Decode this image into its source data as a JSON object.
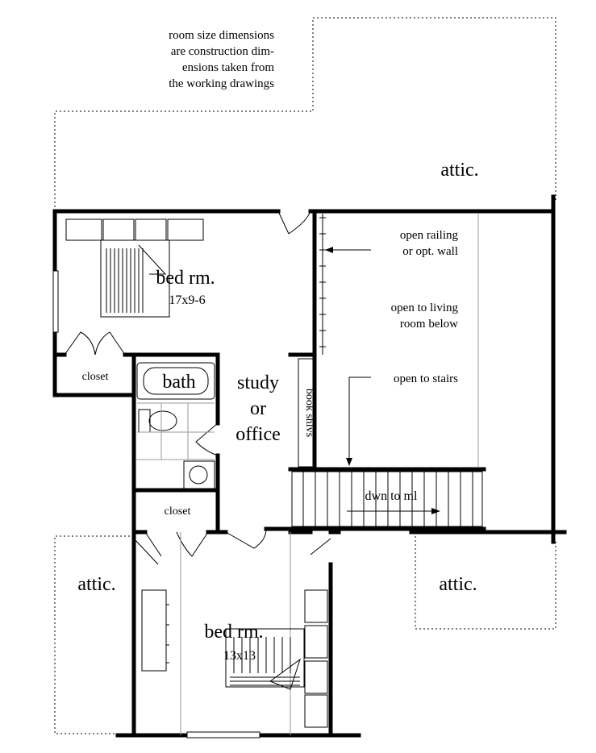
{
  "notes": {
    "dimension_note": [
      "room size dimensions",
      "are construction dim-",
      "ensions taken from",
      "the working drawings"
    ],
    "railing": [
      "open railing",
      "or opt. wall"
    ],
    "open_living": [
      "open to living",
      "room below"
    ],
    "open_stairs": "open to stairs"
  },
  "rooms": {
    "attic_top": "attic.",
    "attic_left": "attic.",
    "attic_right": "attic.",
    "bed_top": {
      "name": "bed rm.",
      "dim": "17x9-6"
    },
    "bed_bottom": {
      "name": "bed rm.",
      "dim": "13x13"
    },
    "bath": "bath",
    "study": [
      "study",
      "or",
      "office"
    ],
    "book_shelves": "book shlvs",
    "closet_left": "closet",
    "closet_mid": "closet",
    "stairs": "dwn to ml"
  }
}
